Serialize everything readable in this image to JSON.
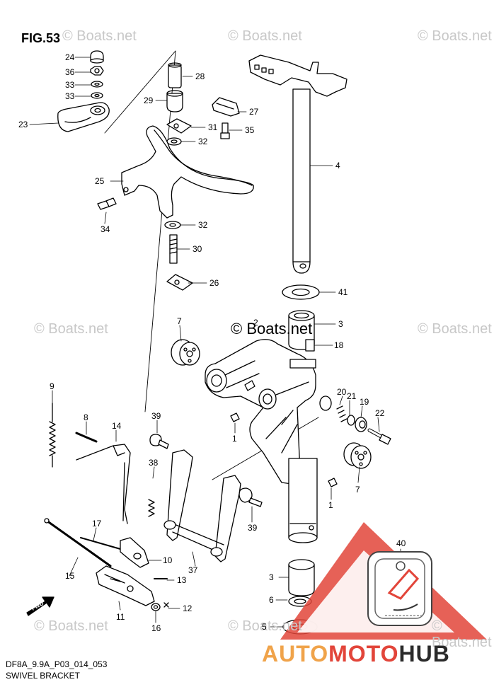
{
  "figure": {
    "title": "FIG.53",
    "model_code": "DF8A_9.9A_P03_014_053",
    "caption": "SWIVEL BRACKET"
  },
  "watermarks": [
    "© Boats.net",
    "© Boats.net",
    "© Boats.net",
    "© Boats.net",
    "© Boats.net",
    "© Boats.net",
    "© Boats.net",
    "© Boats.net"
  ],
  "center_watermark": "© Boats.net",
  "brand": {
    "part1": "AUTO",
    "part2": "MOTO",
    "part3": "HUB"
  },
  "fwd_label": "FWD",
  "colors": {
    "line": "#000000",
    "watermark": "#c8c8c8",
    "logo_red": "#e2453a",
    "logo_orange": "#f0a34a",
    "logo_dark": "#2a2a2a"
  },
  "callouts": [
    {
      "label": "24"
    },
    {
      "label": "36"
    },
    {
      "label": "33"
    },
    {
      "label": "33"
    },
    {
      "label": "23"
    },
    {
      "label": "28"
    },
    {
      "label": "29"
    },
    {
      "label": "27"
    },
    {
      "label": "31"
    },
    {
      "label": "35"
    },
    {
      "label": "32"
    },
    {
      "label": "25"
    },
    {
      "label": "34"
    },
    {
      "label": "32"
    },
    {
      "label": "30"
    },
    {
      "label": "26"
    },
    {
      "label": "4"
    },
    {
      "label": "41"
    },
    {
      "label": "3"
    },
    {
      "label": "18"
    },
    {
      "label": "2"
    },
    {
      "label": "7"
    },
    {
      "label": "20"
    },
    {
      "label": "21"
    },
    {
      "label": "19"
    },
    {
      "label": "22"
    },
    {
      "label": "1"
    },
    {
      "label": "7"
    },
    {
      "label": "1"
    },
    {
      "label": "9"
    },
    {
      "label": "8"
    },
    {
      "label": "14"
    },
    {
      "label": "39"
    },
    {
      "label": "38"
    },
    {
      "label": "39"
    },
    {
      "label": "17"
    },
    {
      "label": "10"
    },
    {
      "label": "15"
    },
    {
      "label": "13"
    },
    {
      "label": "37"
    },
    {
      "label": "11"
    },
    {
      "label": "12"
    },
    {
      "label": "16"
    },
    {
      "label": "40"
    },
    {
      "label": "3"
    },
    {
      "label": "6"
    },
    {
      "label": "5"
    }
  ]
}
